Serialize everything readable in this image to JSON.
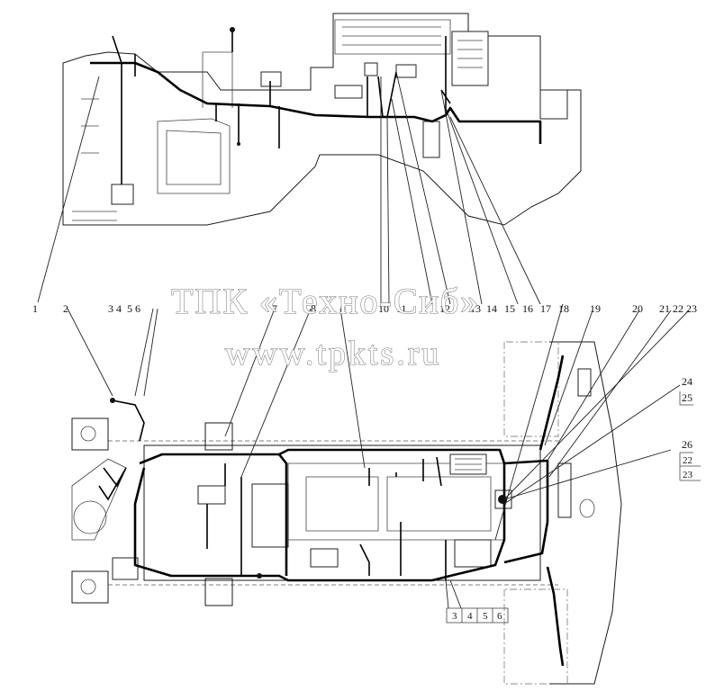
{
  "watermark": {
    "title": "ТПК «Техно-Сиб»",
    "url": "www.tpkts.ru"
  },
  "callouts": [
    {
      "id": "1",
      "label": "1"
    },
    {
      "id": "2",
      "label": "2"
    },
    {
      "id": "3-6",
      "label": "3 4  5 6"
    },
    {
      "id": "7",
      "label": "7"
    },
    {
      "id": "8",
      "label": "8"
    },
    {
      "id": "9",
      "label": "9"
    },
    {
      "id": "10",
      "label": "10"
    },
    {
      "id": "11",
      "label": "11"
    },
    {
      "id": "12",
      "label": "12"
    },
    {
      "id": "13",
      "label": "13"
    },
    {
      "id": "14",
      "label": "14"
    },
    {
      "id": "15",
      "label": "15"
    },
    {
      "id": "16",
      "label": "16"
    },
    {
      "id": "17",
      "label": "17"
    },
    {
      "id": "18",
      "label": "18"
    },
    {
      "id": "19",
      "label": "19"
    },
    {
      "id": "20",
      "label": "20"
    },
    {
      "id": "21-23",
      "label": "21 22 23"
    },
    {
      "id": "24",
      "label": "24"
    },
    {
      "id": "25",
      "label": "25"
    },
    {
      "id": "26",
      "label": "26"
    }
  ],
  "boxed_refs": {
    "right_stack": [
      "22",
      "23"
    ],
    "bottom_row": [
      "3",
      "4",
      "5",
      "6"
    ]
  }
}
